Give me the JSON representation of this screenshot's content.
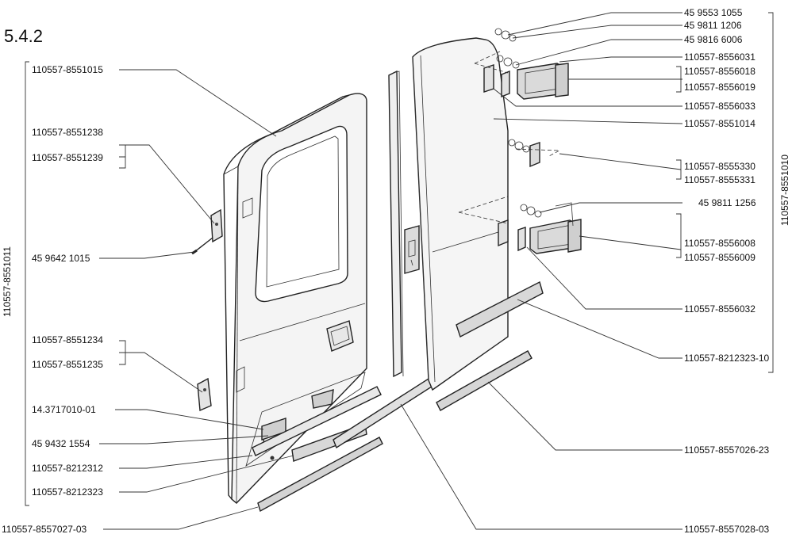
{
  "section": "5.4.2",
  "left_group": "110557-8551011",
  "right_group": "110557-8551010",
  "left_labels": {
    "l1": "110557-8551015",
    "l2": "110557-8551238",
    "l3": "110557-8551239",
    "l4": "45 9642 1015",
    "l5": "110557-8551234",
    "l6": "110557-8551235",
    "l7": "14.3717010-01",
    "l8": "45 9432 1554",
    "l9": "110557-8212312",
    "l10": "110557-8212323",
    "l11": "110557-8557027-03"
  },
  "right_labels": {
    "r1": "45 9553 1055",
    "r2": "45 9811 1206",
    "r3": "45 9816 6006",
    "r4": "110557-8556031",
    "r5": "110557-8556018",
    "r6": "110557-8556019",
    "r7": "110557-8556033",
    "r8": "110557-8551014",
    "r9": "110557-8555330",
    "r10": "110557-8555331",
    "r11": "45 9811 1256",
    "r12": "110557-8556008",
    "r13": "110557-8556009",
    "r14": "110557-8556032",
    "r15": "110557-8212323-10",
    "r16": "110557-8557026-23",
    "r17": "110557-8557028-03"
  }
}
